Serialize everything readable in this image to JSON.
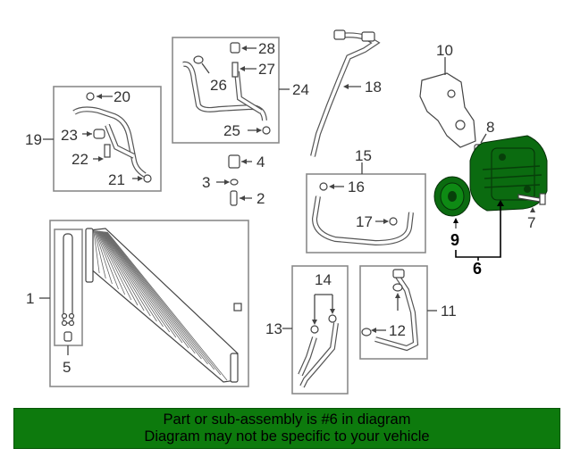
{
  "callouts": {
    "c1": "1",
    "c2": "2",
    "c3": "3",
    "c4": "4",
    "c5": "5",
    "c6": "6",
    "c7": "7",
    "c8": "8",
    "c9": "9",
    "c10": "10",
    "c11": "11",
    "c12": "12",
    "c13": "13",
    "c14": "14",
    "c15": "15",
    "c16": "16",
    "c17": "17",
    "c18": "18",
    "c19": "19",
    "c20": "20",
    "c21": "21",
    "c22": "22",
    "c23": "23",
    "c24": "24",
    "c25": "25",
    "c26": "26",
    "c27": "27",
    "c28": "28"
  },
  "highlight_color": "#0b6b10",
  "banner": {
    "line1": "Part or sub-assembly is #6 in diagram",
    "line2": "Diagram may not be specific to your vehicle",
    "background": "#0d7a0d"
  }
}
